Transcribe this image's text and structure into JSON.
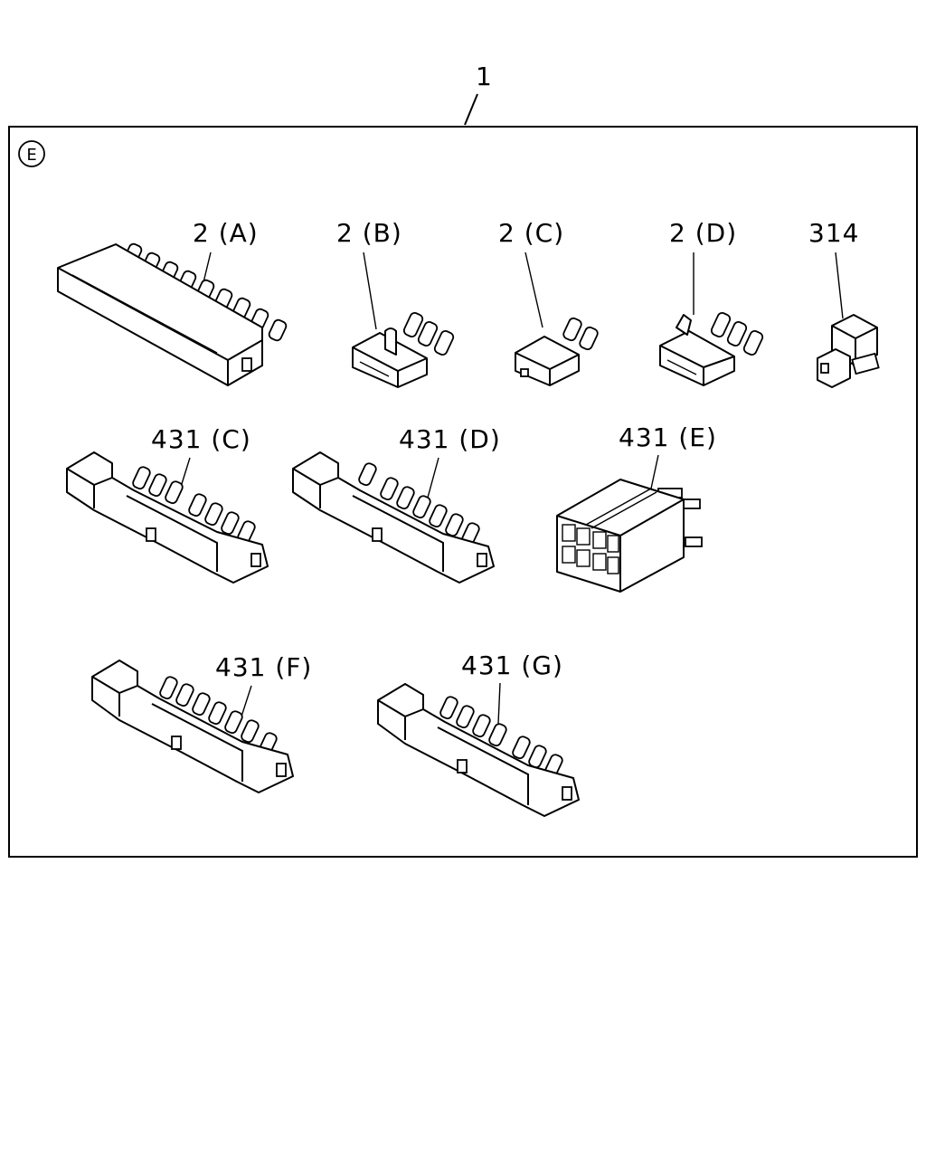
{
  "assembly_label": "1",
  "section_marker": "E",
  "parts": [
    {
      "key": "p2a",
      "label": "2 (A)"
    },
    {
      "key": "p2b",
      "label": "2 (B)"
    },
    {
      "key": "p2c",
      "label": "2 (C)"
    },
    {
      "key": "p2d",
      "label": "2 (D)"
    },
    {
      "key": "p314",
      "label": "314"
    },
    {
      "key": "p431c",
      "label": "431 (C)"
    },
    {
      "key": "p431d",
      "label": "431 (D)"
    },
    {
      "key": "p431e",
      "label": "431 (E)"
    },
    {
      "key": "p431f",
      "label": "431 (F)"
    },
    {
      "key": "p431g",
      "label": "431 (G)"
    }
  ]
}
